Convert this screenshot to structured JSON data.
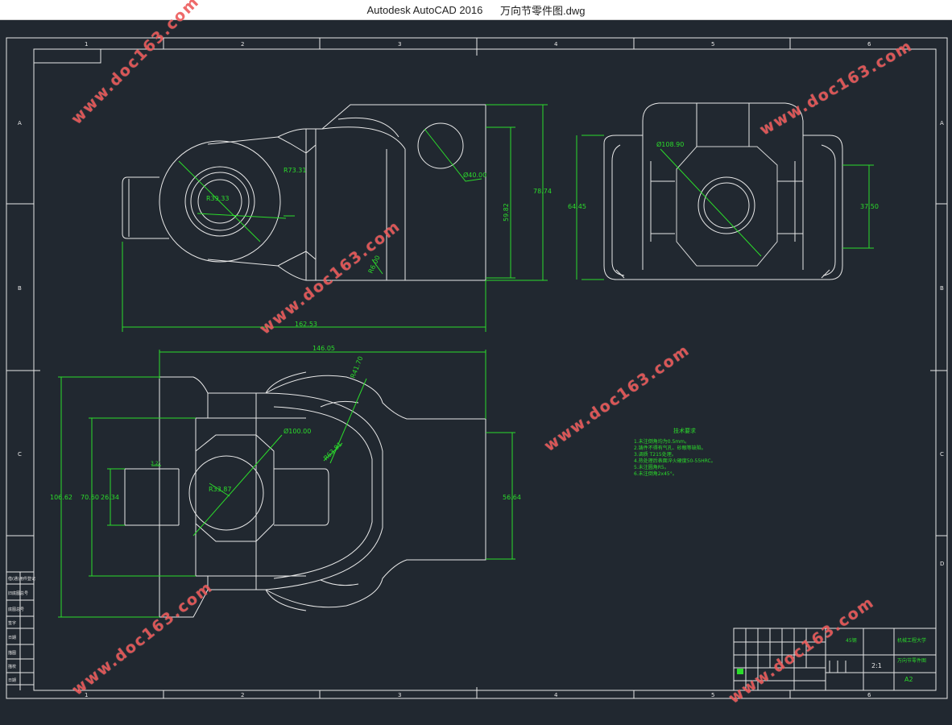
{
  "window": {
    "app": "Autodesk AutoCAD 2016",
    "file": "万向节零件图.dwg"
  },
  "border": {
    "columns": [
      "1",
      "2",
      "3",
      "4",
      "5",
      "6"
    ],
    "rows": [
      "A",
      "B",
      "C",
      "D"
    ]
  },
  "dimensions": {
    "v1_r_outer": "R73.31",
    "v1_r_inner": "R39.33",
    "v1_dia": "Ø40.00",
    "v1_height_inner": "59.82",
    "v1_height_outer": "78.74",
    "v1_length": "162.53",
    "v1_small": "R6.00",
    "v2_dia": "Ø108.90",
    "v2_height_outer": "64.45",
    "v2_height_inner": "37.50",
    "v3_width": "146.05",
    "v3_r_top": "R41.70",
    "v3_dia": "Ø100.00",
    "v3_r_inner": "R63.81",
    "v3_r_center": "R33.87",
    "v3_h_outer": "106.62",
    "v3_h_mid": "70.60",
    "v3_h_inner": "26.34",
    "v3_h_right": "56.64",
    "v3_tag": "3.2/"
  },
  "notes": {
    "title": "技术要求",
    "items": [
      "1.未注倒角均为0.5mm。",
      "2.铸件不得有气孔、砂眼等缺陷。",
      "3.调质 T215处理。",
      "4.热处理后表面淬火硬度50-55HRC。",
      "5.未注圆角R5。",
      "6.未注倒角2x45°。"
    ]
  },
  "title_block": {
    "material": "45钢",
    "school": "机械工程大学",
    "name": "万向节零件图",
    "scale": "2:1",
    "sheet": "A2"
  },
  "left_strip": [
    "借(通)用件登记",
    "旧底图总号",
    "底图总号",
    "签字",
    "日期",
    "描图",
    "描校",
    "日期"
  ],
  "watermark": "www.doc163.com",
  "colors": {
    "background": "#212830",
    "lines": "#e8e8e8",
    "dims": "#2bdc2b",
    "watermark": "#eb5050"
  }
}
